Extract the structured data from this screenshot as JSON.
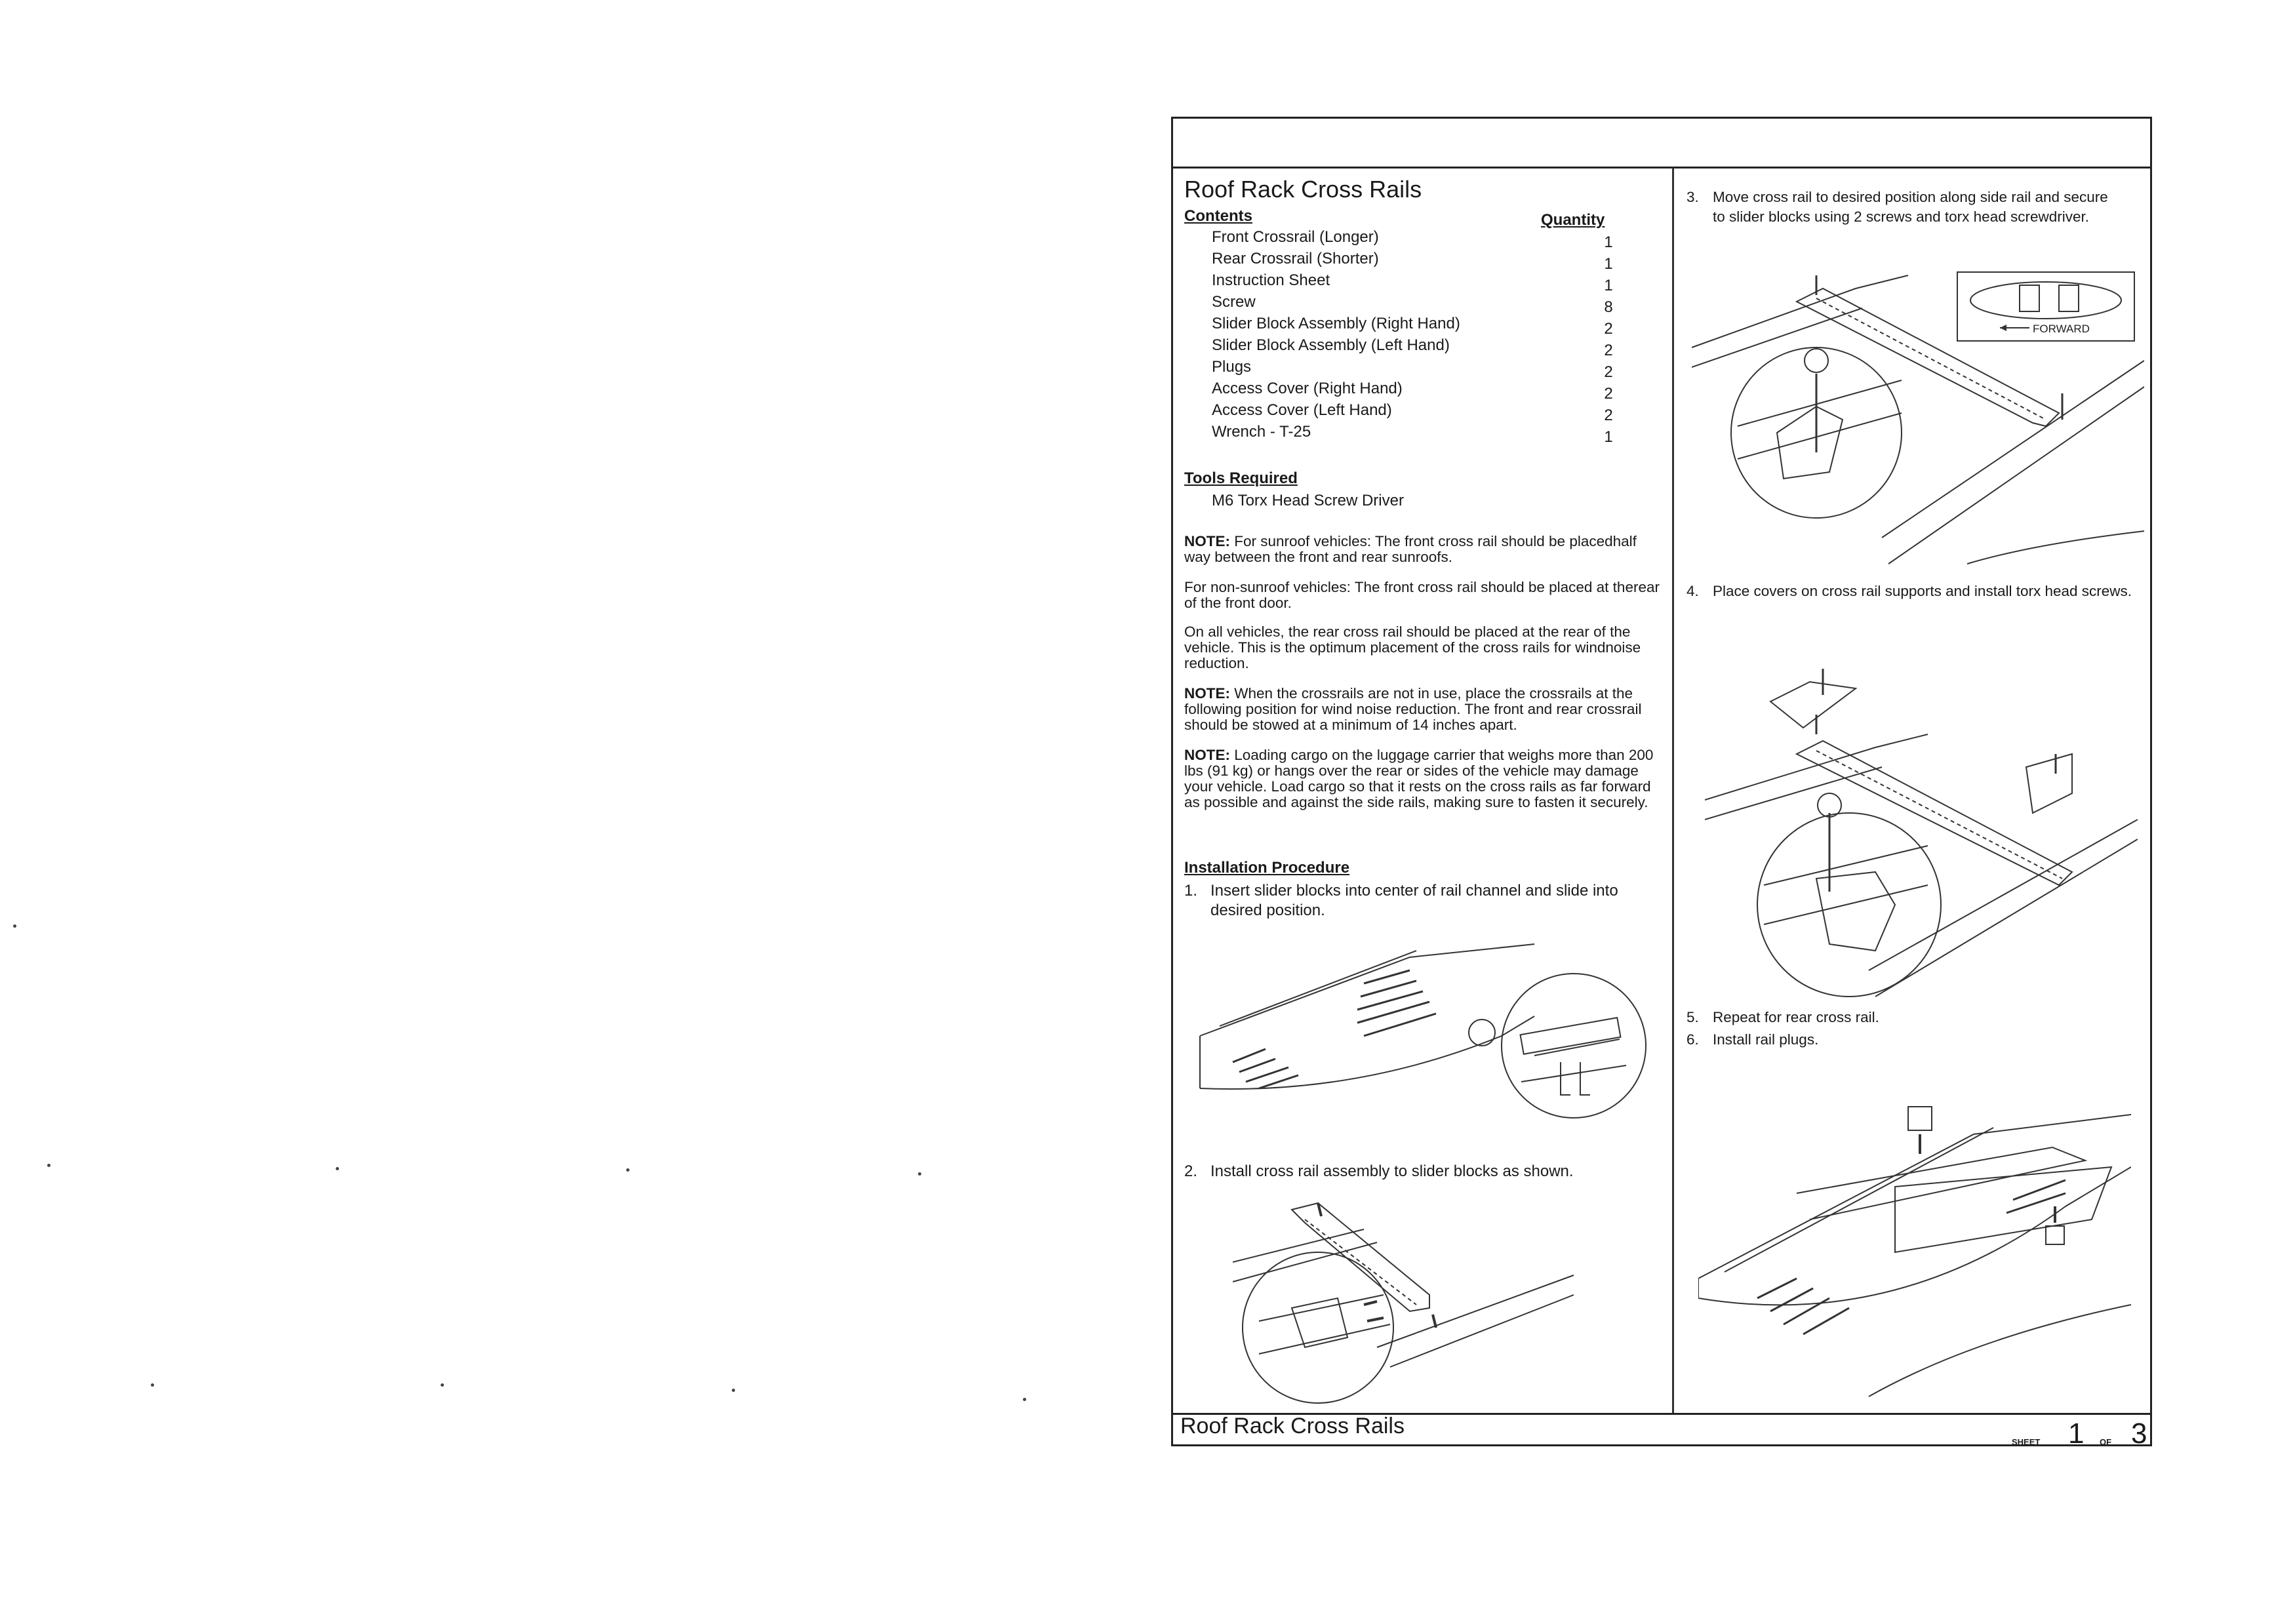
{
  "document": {
    "title": "Roof Rack Cross Rails",
    "footer_title": "Roof Rack Cross Rails",
    "sheet": {
      "label": "SHEET",
      "number": "1",
      "of_label": "OF",
      "total": "3"
    }
  },
  "contents": {
    "heading": "Contents",
    "quantity_heading": "Quantity",
    "items": [
      {
        "name": "Front Crossrail (Longer)",
        "qty": "1"
      },
      {
        "name": "Rear Crossrail (Shorter)",
        "qty": "1"
      },
      {
        "name": "Instruction Sheet",
        "qty": "1"
      },
      {
        "name": "Screw",
        "qty": "8"
      },
      {
        "name": "Slider Block Assembly (Right Hand)",
        "qty": "2"
      },
      {
        "name": "Slider Block Assembly (Left Hand)",
        "qty": "2"
      },
      {
        "name": "Plugs",
        "qty": "2"
      },
      {
        "name": "Access Cover (Right Hand)",
        "qty": "2"
      },
      {
        "name": "Access Cover (Left Hand)",
        "qty": "2"
      },
      {
        "name": "Wrench - T-25",
        "qty": "1"
      }
    ]
  },
  "tools": {
    "heading": "Tools Required",
    "items": [
      "M6 Torx Head Screw Driver"
    ]
  },
  "notes": [
    {
      "label": "NOTE:",
      "text": " For sunroof vehicles: The front cross rail should be placedhalf way between the front and rear sunroofs."
    },
    {
      "label": "",
      "text": "For non-sunroof vehicles: The front cross rail should be placed at therear of the front door."
    },
    {
      "label": "",
      "text": "On all vehicles, the rear cross rail should be placed at the rear of the vehicle.  This is the optimum placement of the cross rails for windnoise reduction."
    },
    {
      "label": "NOTE:",
      "text": " When the crossrails are not in use, place the crossrails at the following position for wind noise reduction. The front and rear crossrail should be stowed at a minimum of 14 inches apart."
    },
    {
      "label": "NOTE:",
      "text": " Loading cargo on the luggage carrier that weighs more than 200 lbs (91 kg) or hangs over the rear or sides of the vehicle may damage your vehicle.  Load cargo so that it rests on the cross rails as far forward as possible and against the side rails, making sure to fasten it securely."
    }
  ],
  "installation": {
    "heading": "Installation Procedure",
    "steps": [
      {
        "num": "1.",
        "text": "Insert slider blocks into center of rail channel and slide into",
        "text2": "desired position."
      },
      {
        "num": "2.",
        "text": "Install cross rail assembly to slider blocks as shown."
      },
      {
        "num": "3.",
        "text": "Move cross rail to desired position along side rail and secure",
        "text2": "to slider blocks using 2 screws and torx head screwdriver."
      },
      {
        "num": "4.",
        "text": "Place covers on cross rail supports and install torx head screws."
      },
      {
        "num": "5.",
        "text": "Repeat for rear cross rail."
      },
      {
        "num": "6.",
        "text": "Install rail plugs."
      }
    ]
  },
  "diagram_labels": {
    "forward": "FORWARD"
  }
}
